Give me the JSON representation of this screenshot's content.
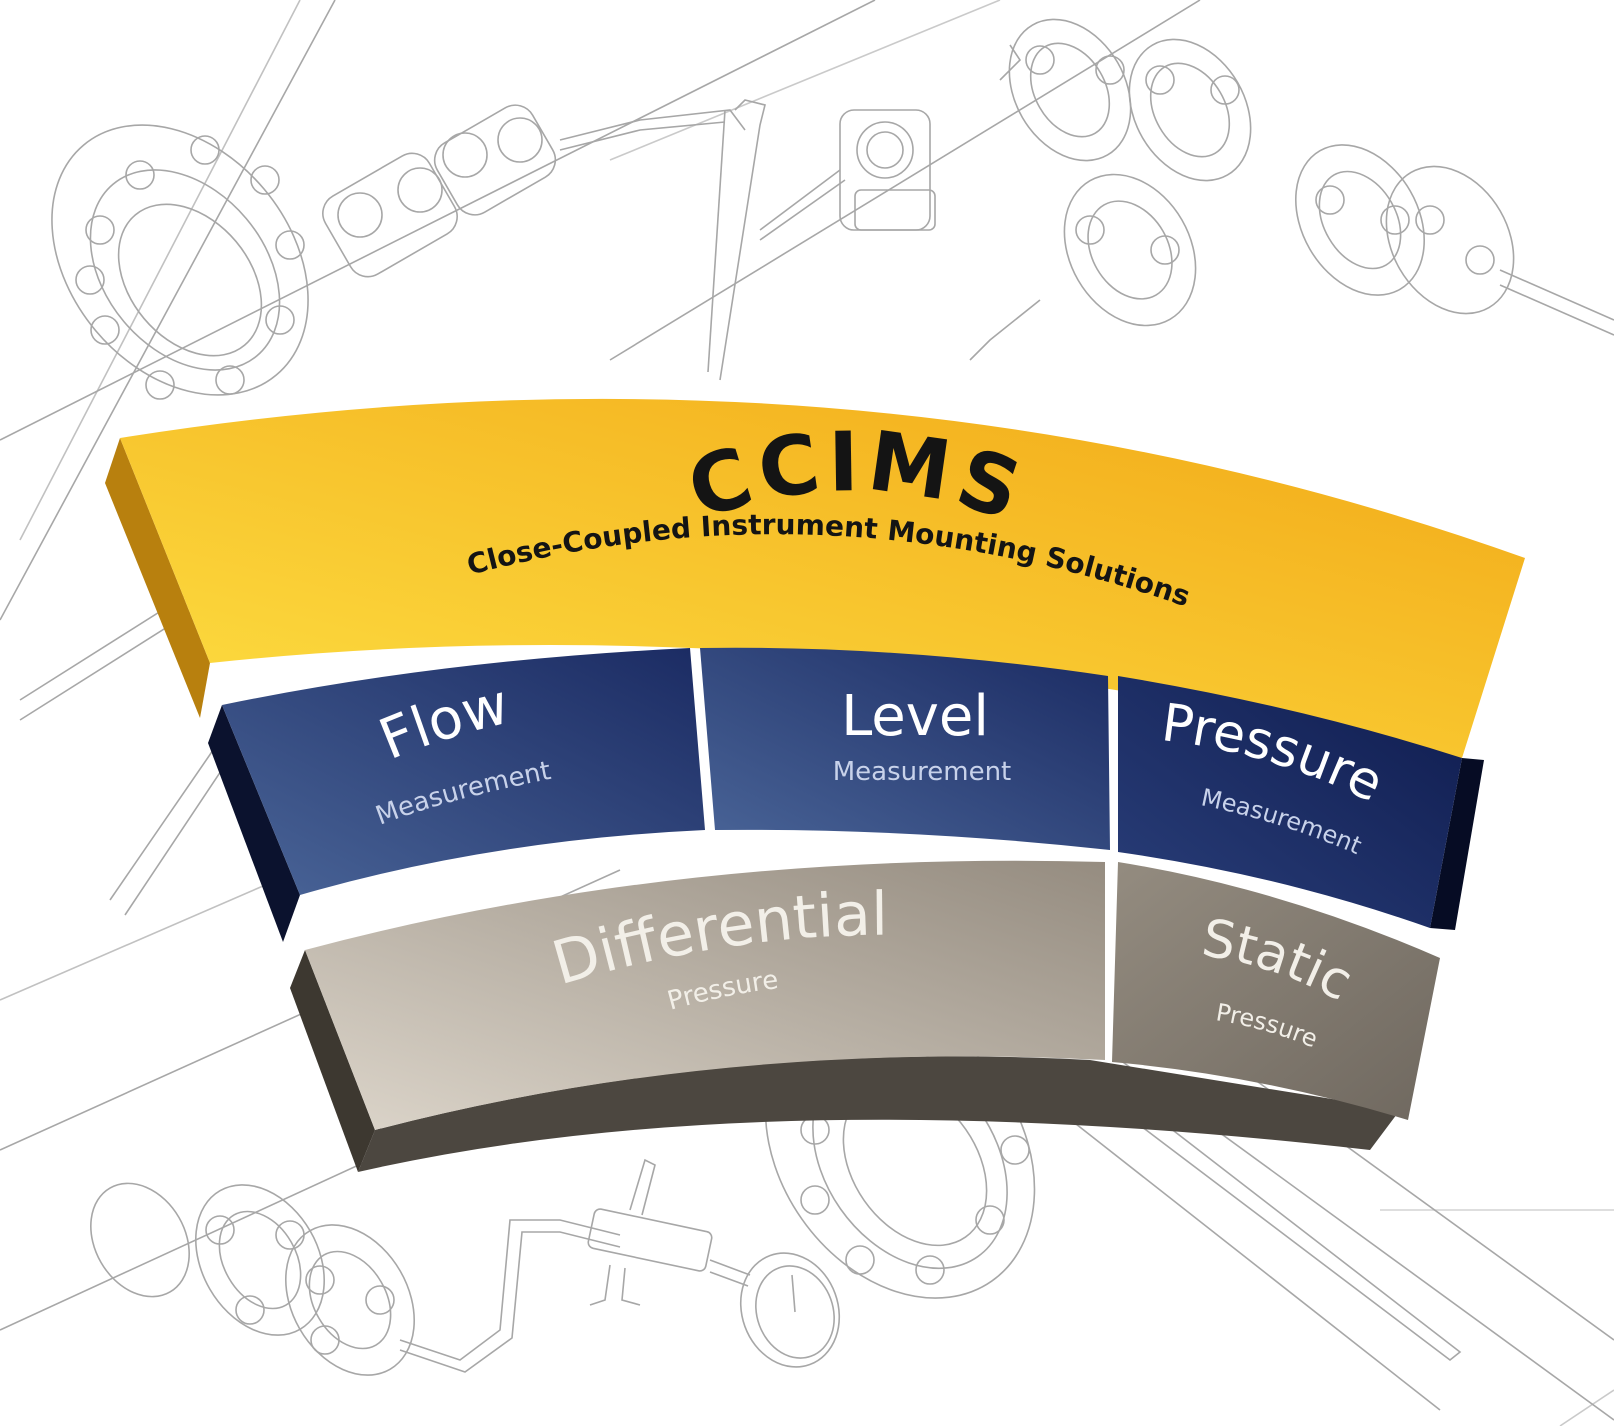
{
  "colors": {
    "yellow_light": "#fde043",
    "yellow_dark": "#f2a817",
    "blue_light": "#4a6598",
    "blue_dark": "#0f1c4f",
    "grey_light": "#ddd6cb",
    "grey_dark": "#7d766c",
    "line_art": "#a7a7a7"
  },
  "header": {
    "title": "CCIMS",
    "subtitle": "Close-Coupled Instrument Mounting Solutions"
  },
  "measurement_blocks": [
    {
      "title": "Flow",
      "subtitle": "Measurement"
    },
    {
      "title": "Level",
      "subtitle": "Measurement"
    },
    {
      "title": "Pressure",
      "subtitle": "Measurement"
    }
  ],
  "pressure_blocks": [
    {
      "title": "Differential",
      "subtitle": "Pressure"
    },
    {
      "title": "Static",
      "subtitle": "Pressure"
    }
  ],
  "background": {
    "illustration": "pipework-line-art",
    "gauge_icon": "pressure-gauge-icon",
    "transmitter_icon": "transmitter-icon"
  }
}
